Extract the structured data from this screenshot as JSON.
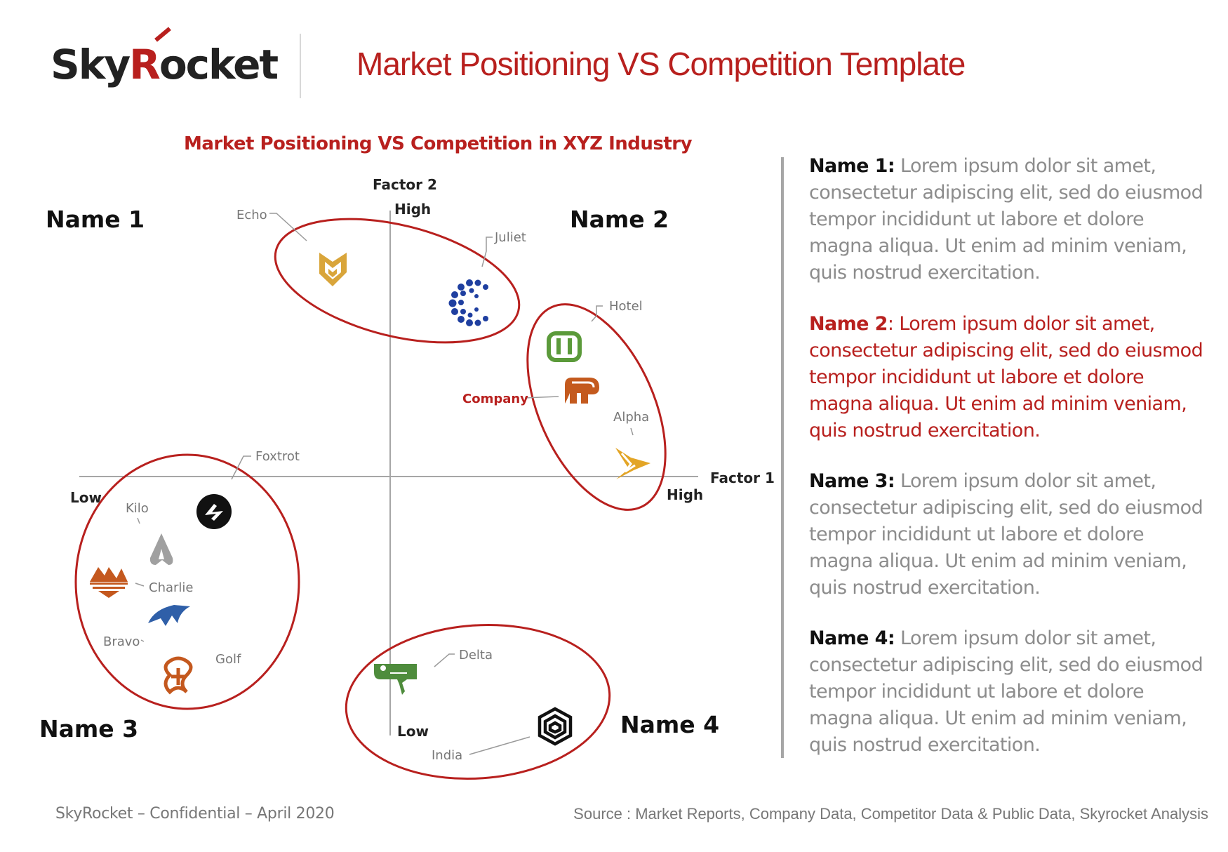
{
  "header": {
    "logo_prefix": "Sky",
    "logo_r": "R",
    "logo_suffix": "ocket",
    "title": "Market Positioning VS Competition Template"
  },
  "chart_title": "Market Positioning VS Competition in XYZ Industry",
  "axes": {
    "factor1": "Factor 1",
    "factor2": "Factor 2",
    "x_low": "Low",
    "x_high": "High",
    "y_low": "Low",
    "y_high": "High"
  },
  "groups": [
    {
      "label": "Name 1",
      "color": "#b8201e"
    },
    {
      "label": "Name 2",
      "color": "#b8201e"
    },
    {
      "label": "Name 3",
      "color": "#b8201e"
    },
    {
      "label": "Name 4",
      "color": "#b8201e"
    }
  ],
  "companies": [
    {
      "label": "Echo",
      "icon": "echo-shield-icon",
      "color": "#d9a53a"
    },
    {
      "label": "Juliet",
      "icon": "juliet-dots-icon",
      "color": "#1f3fa0"
    },
    {
      "label": "Hotel",
      "icon": "hotel-knot-icon",
      "color": "#5b9a3a"
    },
    {
      "label": "Company",
      "icon": "company-elephant-icon",
      "color": "#c45a1e"
    },
    {
      "label": "Alpha",
      "icon": "alpha-star-icon",
      "color": "#e3a526"
    },
    {
      "label": "Foxtrot",
      "icon": "foxtrot-circle-icon",
      "color": "#111111"
    },
    {
      "label": "Kilo",
      "icon": "kilo-drop-icon",
      "color": "#a0a0a0"
    },
    {
      "label": "Charlie",
      "icon": "charlie-mountain-icon",
      "color": "#c4581e"
    },
    {
      "label": "Bravo",
      "icon": "bravo-whale-icon",
      "color": "#2f5fa8"
    },
    {
      "label": "Golf",
      "icon": "golf-knot-icon",
      "color": "#c4581e"
    },
    {
      "label": "Delta",
      "icon": "delta-bird-icon",
      "color": "#4e8c3c"
    },
    {
      "label": "India",
      "icon": "india-cube-icon",
      "color": "#111111"
    }
  ],
  "descriptions": [
    {
      "name": "Name 1:",
      "text": " Lorem ipsum dolor sit amet, consectetur adipiscing elit, sed do eiusmod tempor incididunt ut labore et dolore magna aliqua. Ut enim ad minim veniam, quis nostrud exercitation."
    },
    {
      "name": "Name 2",
      "text": ": Lorem ipsum dolor sit amet, consectetur adipiscing elit, sed do eiusmod tempor incididunt ut labore et dolore magna aliqua. Ut enim ad minim veniam, quis nostrud exercitation."
    },
    {
      "name": "Name 3:",
      "text": " Lorem ipsum dolor sit amet, consectetur adipiscing elit, sed do eiusmod tempor incididunt ut labore et dolore magna aliqua. Ut enim ad minim veniam, quis nostrud exercitation."
    },
    {
      "name": "Name 4:",
      "text": " Lorem ipsum dolor sit amet, consectetur adipiscing elit, sed do eiusmod tempor incididunt ut labore et dolore magna aliqua. Ut enim ad minim veniam, quis nostrud exercitation."
    }
  ],
  "footer": {
    "left": "SkyRocket – Confidential – April 2020",
    "right": "Source : Market Reports, Company Data, Competitor Data & Public Data, Skyrocket Analysis"
  }
}
